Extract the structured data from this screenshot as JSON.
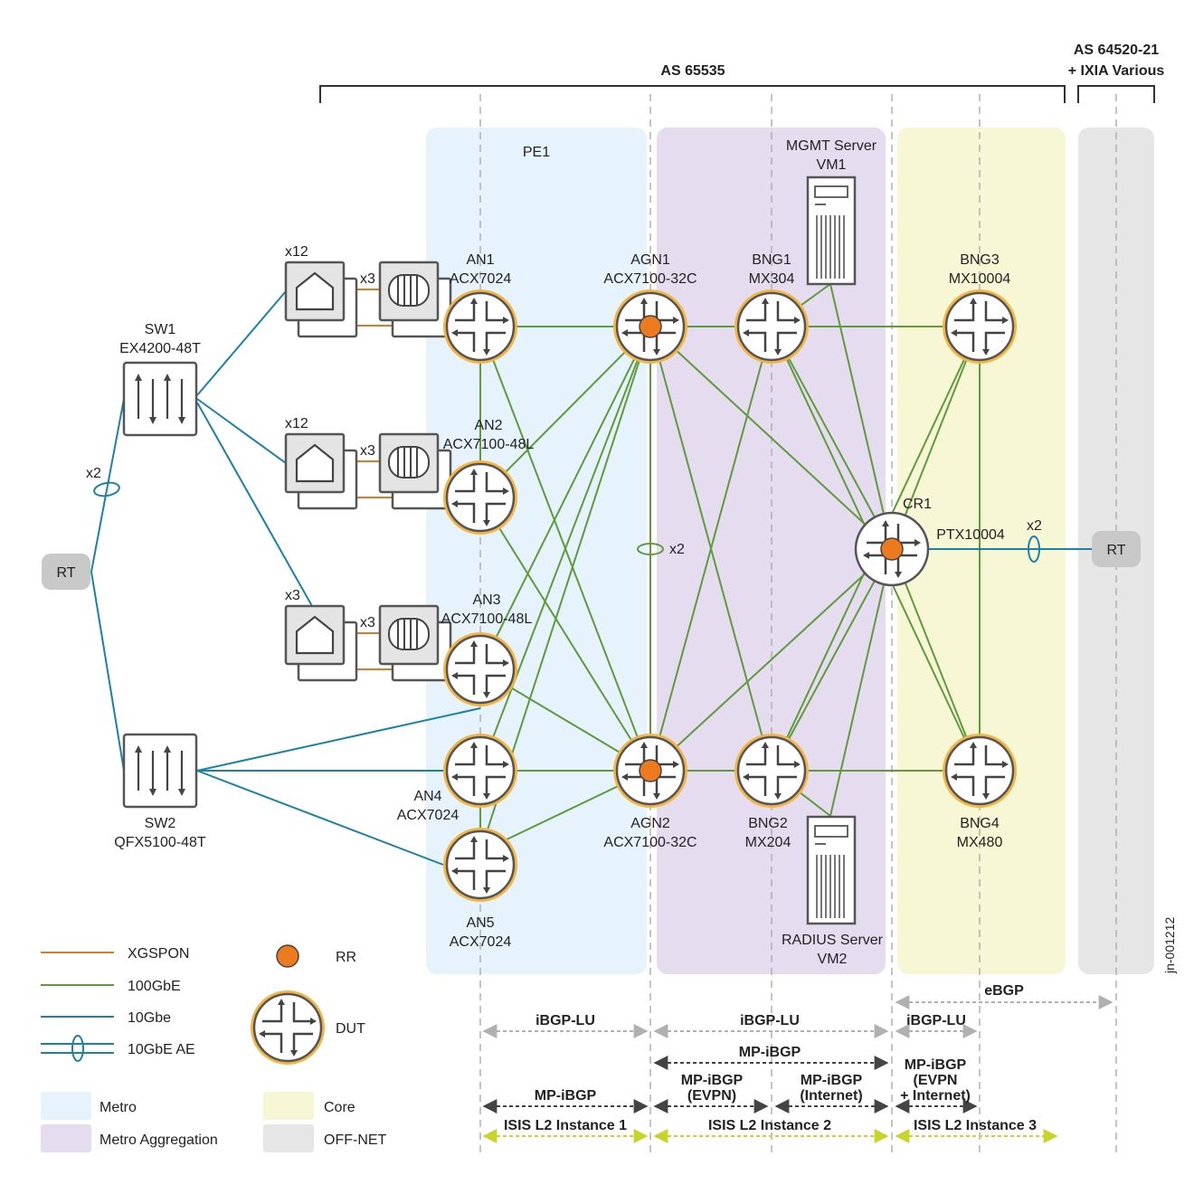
{
  "as_main": "AS 65535",
  "as_off": [
    "AS 64520-21",
    "+ IXIA Various"
  ],
  "pe1": "PE1",
  "colors": {
    "xgspon": "#e0782a",
    "gbe100": "#5f9a3d",
    "gbe10": "#1a82a8",
    "metro": "#e6f3fc",
    "metro_agg": "#e6dcef",
    "core": "#f7f7d6",
    "offnet": "#e6e6e6",
    "rr": "#ee7a1f",
    "dut_ring": "#f5b53f"
  },
  "nodes": {
    "sw1": [
      "SW1",
      "EX4200-48T"
    ],
    "sw2": [
      "SW2",
      "QFX5100-48T"
    ],
    "an1": [
      "AN1",
      "ACX7024"
    ],
    "an2": [
      "AN2",
      "ACX7100-48L"
    ],
    "an3": [
      "AN3",
      "ACX7100-48L"
    ],
    "an4": [
      "AN4",
      "ACX7024"
    ],
    "an5": [
      "AN5",
      "ACX7024"
    ],
    "agn1": [
      "AGN1",
      "ACX7100-32C"
    ],
    "agn2": [
      "AGN2",
      "ACX7100-32C"
    ],
    "bng1": [
      "BNG1",
      "MX304"
    ],
    "bng2": [
      "BNG2",
      "MX204"
    ],
    "bng3": [
      "BNG3",
      "MX10004"
    ],
    "bng4": [
      "BNG4",
      "MX480"
    ],
    "cr1": "CR1",
    "ptx": "PTX10004",
    "rt": "RT",
    "mgmt": [
      "MGMT Server",
      "VM1"
    ],
    "radius": [
      "RADIUS Server",
      "VM2"
    ]
  },
  "counts": {
    "x12": "x12",
    "x3": "x3",
    "x2": "x2"
  },
  "protocols": {
    "ibgp_lu": "iBGP-LU",
    "mp_ibgp": "MP-iBGP",
    "mp_ibgp_evpn": [
      "MP-iBGP",
      "(EVPN)"
    ],
    "mp_ibgp_internet": [
      "MP-iBGP",
      "(Internet)"
    ],
    "mp_ibgp_evpn_internet": [
      "MP-iBGP",
      "(EVPN",
      "+ Internet)"
    ],
    "ebgp": "eBGP",
    "isis1": "ISIS L2 Instance 1",
    "isis2": "ISIS L2 Instance 2",
    "isis3": "ISIS L2 Instance 3"
  },
  "legend": {
    "xgspon": "XGSPON",
    "gbe100": "100GbE",
    "gbe10": "10Gbe",
    "gbe10ae": "10GbE AE",
    "rr": "RR",
    "dut": "DUT",
    "metro": "Metro",
    "metro_agg": "Metro Aggregation",
    "core": "Core",
    "offnet": "OFF-NET"
  },
  "doc_id": "jn-001212"
}
